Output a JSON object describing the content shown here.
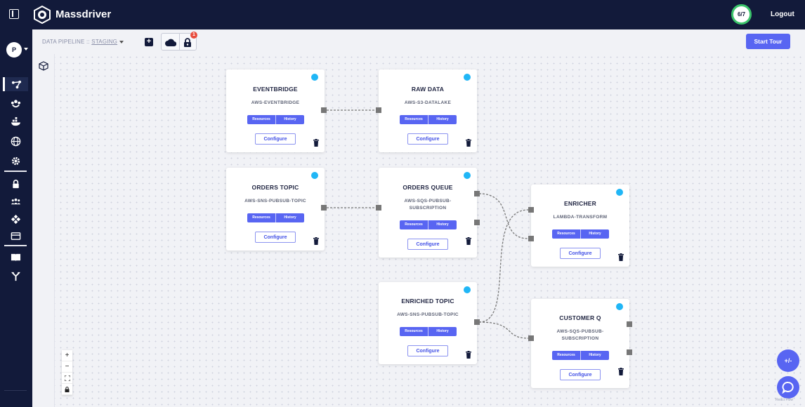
{
  "app": {
    "brand": "Massdriver",
    "progress": "6/7",
    "logout_label": "Logout"
  },
  "sidebar": {
    "avatar_initial": "P",
    "items": [
      {
        "icon": "pipeline-icon",
        "active": true
      },
      {
        "icon": "fleet-icon"
      },
      {
        "icon": "docker-icon"
      },
      {
        "icon": "globe-icon"
      },
      {
        "icon": "gear-icon"
      },
      {
        "icon": "lock-icon"
      },
      {
        "icon": "team-icon"
      },
      {
        "icon": "network-icon"
      },
      {
        "icon": "card-icon"
      },
      {
        "icon": "docs-icon"
      },
      {
        "icon": "branch-icon"
      }
    ]
  },
  "subheader": {
    "breadcrumb_project": "DATA PIPELINE",
    "breadcrumb_sep": "::",
    "environment": "STAGING",
    "alert_count": "1",
    "start_tour_label": "Start Tour"
  },
  "nodes": [
    {
      "id": "eventbridge",
      "title": "EVENTBRIDGE",
      "subtitle": "AWS-EVENTBRIDGE",
      "resources": "Resources",
      "history": "History",
      "configure": "Configure"
    },
    {
      "id": "raw-data",
      "title": "RAW DATA",
      "subtitle": "AWS-S3-DATALAKE",
      "resources": "Resources",
      "history": "History",
      "configure": "Configure"
    },
    {
      "id": "orders-topic",
      "title": "ORDERS TOPIC",
      "subtitle": "AWS-SNS-PUBSUB-TOPIC",
      "resources": "Resources",
      "history": "History",
      "configure": "Configure"
    },
    {
      "id": "orders-queue",
      "title": "ORDERS QUEUE",
      "subtitle": "AWS-SQS-PUBSUB-SUBSCRIPTION",
      "resources": "Resources",
      "history": "History",
      "configure": "Configure"
    },
    {
      "id": "enricher",
      "title": "ENRICHER",
      "subtitle": "LAMBDA-TRANSFORM",
      "resources": "Resources",
      "history": "History",
      "configure": "Configure"
    },
    {
      "id": "enriched-topic",
      "title": "ENRICHED TOPIC",
      "subtitle": "AWS-SNS-PUBSUB-TOPIC",
      "resources": "Resources",
      "history": "History",
      "configure": "Configure"
    },
    {
      "id": "customer-q",
      "title": "CUSTOMER Q",
      "subtitle": "AWS-SQS-PUBSUB-SUBSCRIPTION",
      "resources": "Resources",
      "history": "History",
      "configure": "Configure"
    }
  ],
  "zoom_controls": {
    "zoom_in": "+",
    "zoom_out": "−"
  },
  "fab": {
    "connect_label": "+/-"
  },
  "attribution": "React Flow",
  "colors": {
    "navy": "#121a3a",
    "accent": "#5865f2",
    "status_dot": "#20b6f6"
  }
}
